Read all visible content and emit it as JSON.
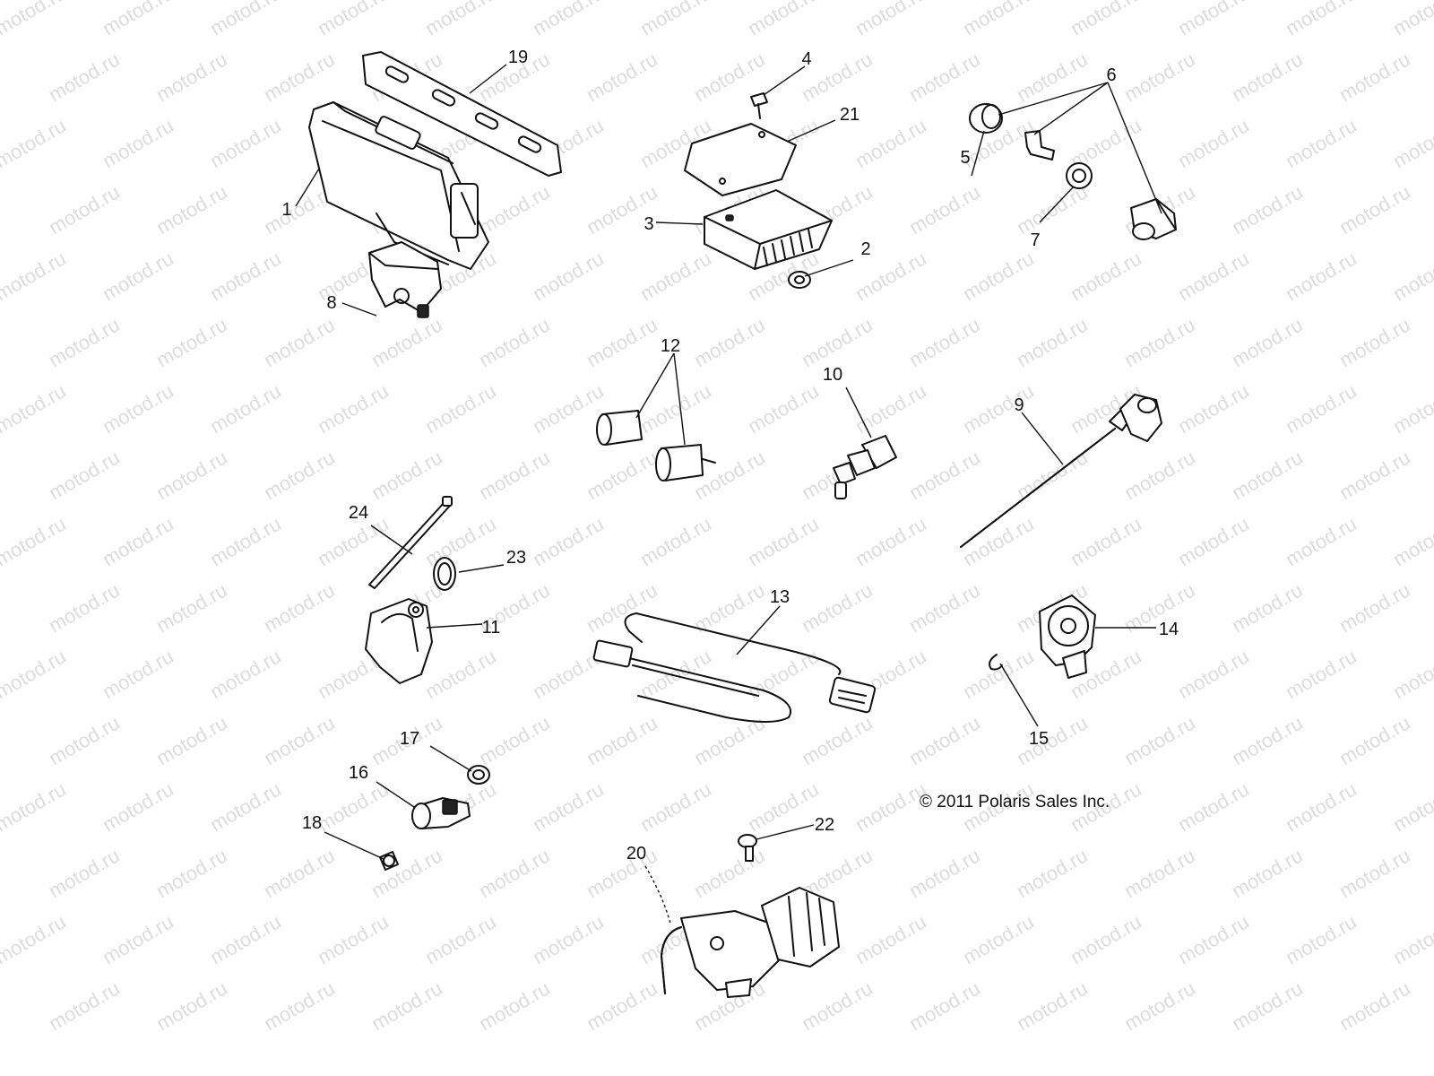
{
  "diagram": {
    "watermark_text": "motod.ru",
    "copyright": "© 2011 Polaris Sales Inc.",
    "callouts": [
      "1",
      "2",
      "3",
      "4",
      "5",
      "6",
      "7",
      "8",
      "9",
      "10",
      "11",
      "12",
      "13",
      "14",
      "15",
      "16",
      "17",
      "18",
      "19",
      "20",
      "21",
      "22",
      "23",
      "24"
    ]
  }
}
